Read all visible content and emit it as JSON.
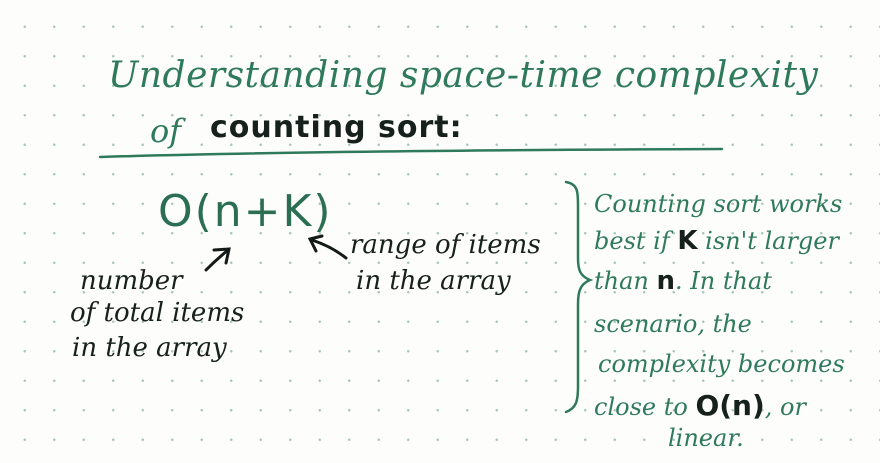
{
  "title": {
    "line1": "Understanding space-time complexity",
    "line2_prefix": "of",
    "line2_emphasis": "counting sort:"
  },
  "formula": "O(n+K)",
  "annotations": {
    "n_label": [
      "number",
      "of total items",
      "in the array"
    ],
    "k_label": [
      "range of items",
      "in the array"
    ]
  },
  "side_note": {
    "line1": "Counting sort works",
    "line2_a": "best if",
    "line2_k": "K",
    "line2_b": "isn't larger",
    "line3_a": "than",
    "line3_n": "n",
    "line3_b": ". In that",
    "line4": "scenario, the",
    "line5": "complexity becomes",
    "line6_a": "close to",
    "line6_on": "O(n)",
    "line6_b": ", or",
    "line7": "linear."
  },
  "colors": {
    "green_ink": "#2f7a5a",
    "dark_ink": "#16201c",
    "dot_grid": "#a9c8b6"
  }
}
